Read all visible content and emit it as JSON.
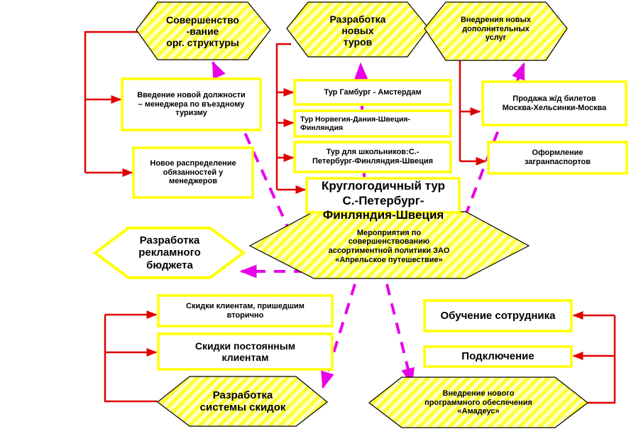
{
  "colors": {
    "stripe_yellow": "#ffff33",
    "stripe_light": "#ffffcc",
    "connector_red": "#e00000",
    "dash_magenta": "#e800e8"
  },
  "top_nodes": {
    "org_structure": "Совершенство\n-вание\nорг. структуры",
    "new_tours": "Разработка\nновых\nтуров",
    "new_services": "Внедрения новых\nдополнительных\nуслуг"
  },
  "org_boxes": {
    "new_position": "Введение новой должности\n– менеджера по въездному\nтуризму",
    "redistribution": "Новое распределение\nобязанностей у\nменеджеров"
  },
  "tour_boxes": {
    "hamburg": "Тур Гамбург - Амстердам",
    "norway": "Тур Норвегия-Дания-Швеция-\nФинляндия",
    "students": "Тур для школьников:С.-\nПетербург-Финляндия-Швеция",
    "year_round": "Круглогодичный тур\nС.-Петербург-\nФинляндия-Швеция"
  },
  "service_boxes": {
    "railway": "Продажа ж/д билетов\nМосква-Хельсинки-Москва",
    "passports": "Оформление\nзагранпаспортов"
  },
  "center": {
    "title": "Мероприятия по\nсовершенствованию\nассортиментной политики ЗАО\n«Апрельское путешествие»"
  },
  "left_node": {
    "ad_budget": "Разработка\nрекламного\nбюджета"
  },
  "discount_boxes": {
    "repeat_clients": "Скидки клиентам, пришедшим\nвторично",
    "loyal_clients": "Скидки постоянным\nклиентам"
  },
  "discount_node": {
    "label": "Разработка\nсистемы скидок"
  },
  "software_boxes": {
    "training": "Обучение сотрудника",
    "connection": "Подключение"
  },
  "software_node": {
    "label": "Внедрение нового\nпрограммного обеспечения\n«Амадеус»"
  }
}
